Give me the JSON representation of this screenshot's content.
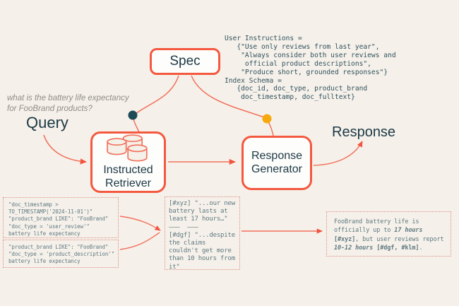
{
  "colors": {
    "background": "#f5f1ea",
    "node_border": "#f4583f",
    "curve": "#f2705b",
    "arrowhead": "#f15540",
    "navy_text": "#1c3845",
    "code_text": "#33515e",
    "box_code_text": "#5f7780",
    "dotted_border": "#dd8e84",
    "retriever_dot": "#1d4a57",
    "generator_dot": "#f7a80d"
  },
  "spec": {
    "label": "Spec"
  },
  "spec_details": {
    "text": "User Instructions =\n   {\"Use only reviews from last year\",\n    \"Always consider both user reviews and\n     official product descriptions\",\n    \"Produce short, grounded responses\"}\nIndex Schema =\n   {doc_id, doc_type, product_brand\n    doc_timestamp, doc_fulltext}"
  },
  "query": {
    "label": "Query",
    "hint": "what is the battery life expectancy\nfor FooBrand products?"
  },
  "retriever": {
    "label": "Instructed\nRetriever",
    "icon": "database-icon"
  },
  "generator": {
    "label": "Response\nGenerator"
  },
  "response": {
    "label": "Response"
  },
  "retrieval_queries": [
    {
      "text": "\"doc_timestamp >\nTO_TIMESTAMP('2024-11-01')\"\n\"product_brand LIKE\": \"FooBrand\"\n\"doc_type = 'user_review'\"\nbattery life expectancy"
    },
    {
      "text": "\"product_brand LIKE\": \"FooBrand\"\n\"doc_type = 'product_description'\"\nbattery life expectancy"
    }
  ],
  "retrieved_docs": {
    "text": "[#xyz] \"...our new\nbattery lasts at\nleast 17 hours…\"\n———  ———\n[#dgf] \"...despite\nthe claims\ncouldn't get more\nthan 10 hours from\nit\""
  },
  "final_response": {
    "segments": [
      {
        "text": "FooBrand battery life is\nofficially up to ",
        "style": "normal"
      },
      {
        "text": "17 hours",
        "style": "bold-italic"
      },
      {
        "text": "\n",
        "style": "normal"
      },
      {
        "text": "[#xyz]",
        "style": "bold"
      },
      {
        "text": ", but user reviews report\n",
        "style": "normal"
      },
      {
        "text": "10-12 hours",
        "style": "bold-italic"
      },
      {
        "text": " ",
        "style": "normal"
      },
      {
        "text": "[#dgf, #klm]",
        "style": "bold"
      },
      {
        "text": ".",
        "style": "normal"
      }
    ]
  }
}
